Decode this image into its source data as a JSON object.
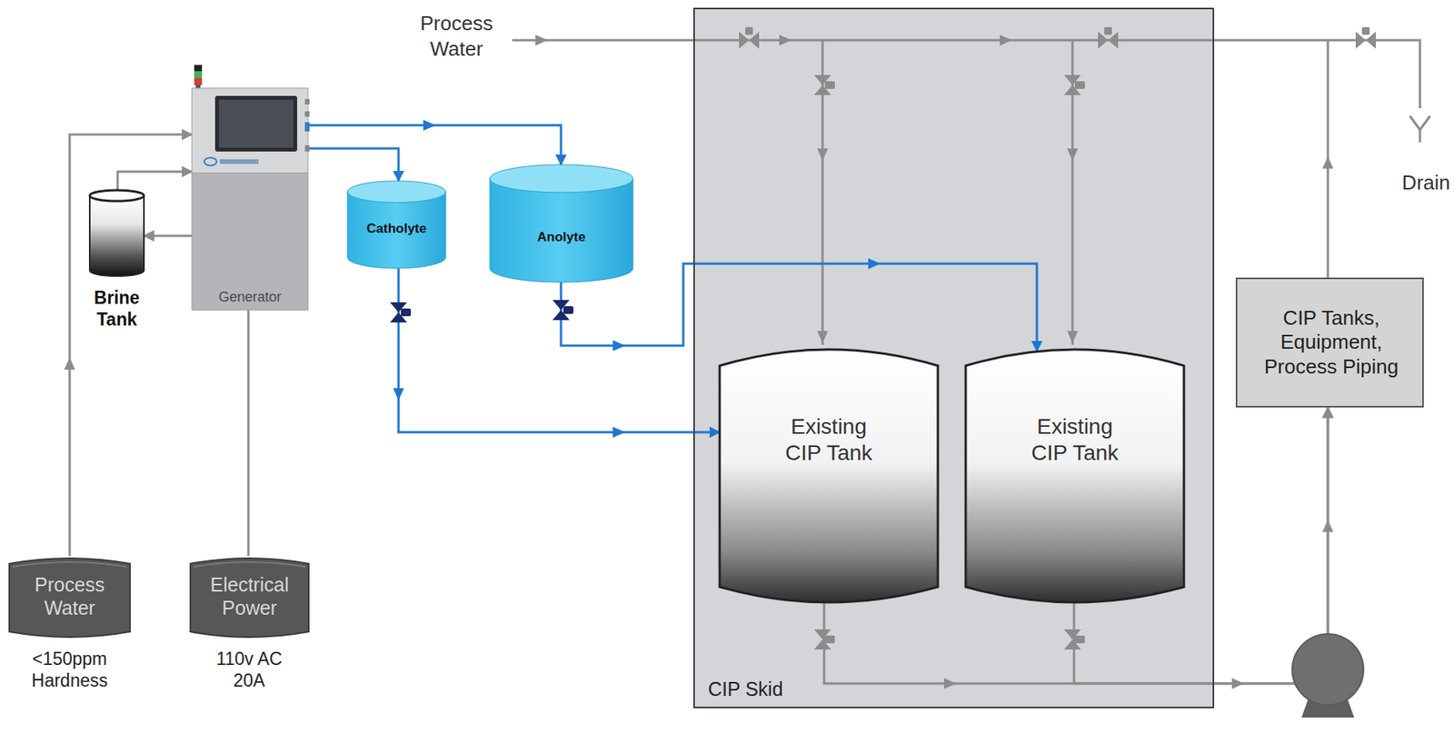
{
  "diagram": {
    "nodes": [
      {
        "text": [
          "Generator"
        ]
      },
      {
        "text": [
          "Brine Tank"
        ]
      },
      {
        "text": [
          "Process Water",
          "<150ppm Hardness"
        ]
      },
      {
        "text": [
          "Electrical Power",
          "110v AC 20A"
        ]
      },
      {
        "text": [
          "Catholyte"
        ]
      },
      {
        "text": [
          "Anolyte"
        ]
      },
      {
        "text": [
          "CIP Skid"
        ]
      },
      {
        "text": [
          "Existing CIP Tank"
        ],
        "in": 6
      },
      {
        "text": [
          "Existing CIP Tank"
        ],
        "in": 6
      },
      {
        "text": [
          "CIP Tanks, Equipment, Process Piping"
        ]
      }
    ],
    "edges": [
      {
        "from": 2,
        "to": 0,
        "arrow": "to"
      },
      {
        "from": 3,
        "to": 0,
        "arrow": "none"
      },
      {
        "from": 1,
        "to": 0,
        "arrow": "to"
      },
      {
        "from": 0,
        "to": 1,
        "arrow": "to"
      },
      {
        "from": 0,
        "to": 4,
        "arrow": "to"
      },
      {
        "from": 0,
        "to": 5,
        "arrow": "to"
      },
      {
        "from": 4,
        "to": 7,
        "arrow": "to"
      },
      {
        "from": 5,
        "to": 8,
        "arrow": "to"
      },
      {
        "from": 7,
        "to": 9,
        "arrow": "to"
      },
      {
        "from": 8,
        "to": 9,
        "arrow": "to"
      }
    ],
    "labels": [
      "Process Water",
      "Drain"
    ]
  }
}
